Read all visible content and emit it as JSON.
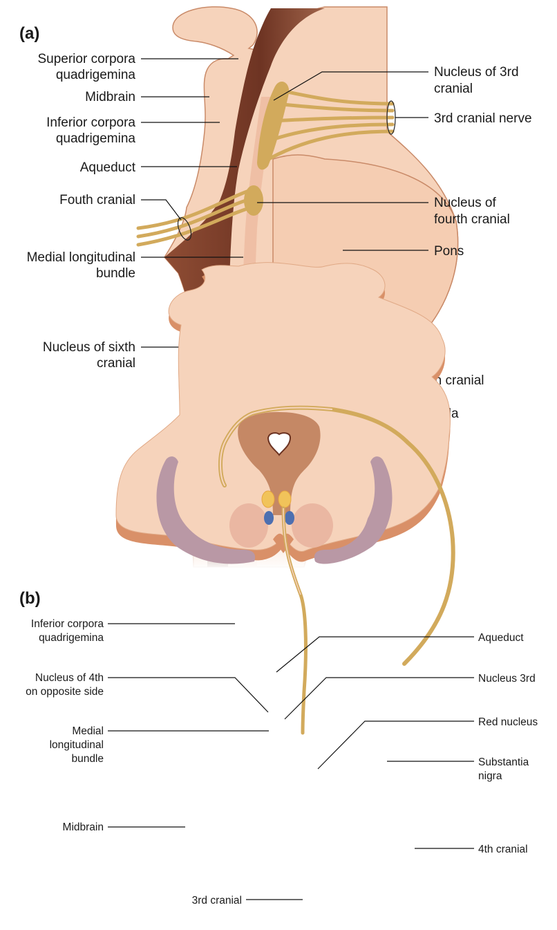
{
  "panel_a": {
    "label": "(a)",
    "labels": {
      "superior_corpora": [
        "Superior corpora",
        "quadrigemina"
      ],
      "midbrain": [
        "Midbrain"
      ],
      "inferior_corpora": [
        "Inferior corpora",
        "quadrigemina"
      ],
      "aqueduct": [
        "Aqueduct"
      ],
      "fourth_cranial": [
        "Fouth cranial"
      ],
      "mlb": [
        "Medial longitudinal",
        "bundle"
      ],
      "nucleus_sixth": [
        "Nucleus of sixth",
        "cranial"
      ],
      "nucleus_third": [
        "Nucleus of 3rd",
        "cranial"
      ],
      "third_nerve": [
        "3rd cranial nerve"
      ],
      "nucleus_fourth": [
        "Nucleus of",
        "fourth cranial"
      ],
      "pons": [
        "Pons"
      ],
      "sixth_cranial": [
        "Sixth cranial"
      ],
      "medulla": [
        "Medulla"
      ]
    }
  },
  "panel_b": {
    "label": "(b)",
    "labels": {
      "inferior_corpora": [
        "Inferior corpora",
        "quadrigemina"
      ],
      "nucleus_4th": [
        "Nucleus of 4th",
        "on opposite side"
      ],
      "mlb": [
        "Medial",
        "longitudinal",
        "bundle"
      ],
      "midbrain": [
        "Midbrain"
      ],
      "third_cranial": [
        "3rd cranial"
      ],
      "aqueduct": [
        "Aqueduct"
      ],
      "nucleus_3rd": [
        "Nucleus 3rd"
      ],
      "red_nucleus": [
        "Red nucleus"
      ],
      "substantia_nigra": [
        "Substantia",
        "nigra"
      ],
      "fourth_cranial": [
        "4th cranial"
      ]
    }
  },
  "colors": {
    "tissue": "#f6d3bb",
    "tissue_edge": "#c98a68",
    "ventricle_dark": "#7a3e2a",
    "nerve": "#d2aa5c",
    "red_nucleus": "#eab7a2",
    "substantia_nigra": "#b998a5",
    "mlb_blue": "#4d6fb0",
    "nucleus_yellow": "#f1c35a"
  }
}
